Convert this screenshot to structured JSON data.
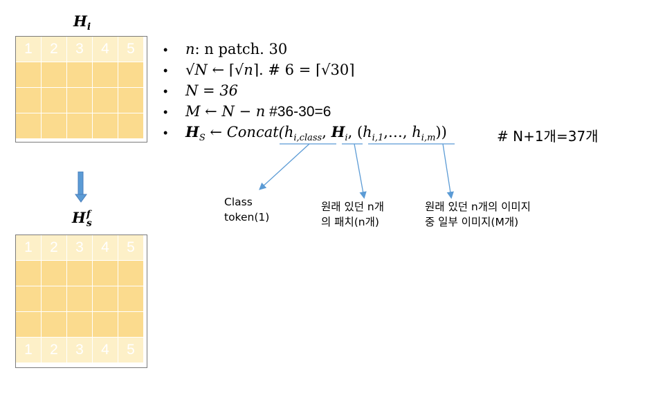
{
  "top_grid": {
    "label": {
      "base": "H",
      "sub": "i",
      "sup": ""
    },
    "header_numbers": [
      "1",
      "2",
      "3",
      "4",
      "5"
    ],
    "body_rows": 3
  },
  "bottom_grid": {
    "label": {
      "base": "H",
      "sub": "s",
      "sup": "f"
    },
    "header_numbers": [
      "1",
      "2",
      "3",
      "4",
      "5"
    ],
    "body_rows": 3,
    "footer_numbers": [
      "1",
      "2",
      "3",
      "4",
      "5"
    ]
  },
  "bullets": {
    "marker": "•",
    "b1": {
      "var": "n",
      "text": ": n patch. 30"
    },
    "b2": {
      "lhs": "√N",
      "arrow": " ← ",
      "ceil_open": "⌈",
      "ceil_inner": "√n",
      "ceil_close": "⌉",
      "comment": ". # 6 = ",
      "ceil2_inner": "√30"
    },
    "b3": {
      "text": "N = 36"
    },
    "b4": {
      "expr": "M ← N − n",
      "comment": "   #36-30=6"
    },
    "b5": {
      "lhs": "H",
      "lhs_sub": "S",
      "arrow": " ← ",
      "func": "Concat(",
      "t1": "h",
      "t1_sub": "i,class",
      "comma1": ", ",
      "t2": "H",
      "t2_sub": "i",
      "comma2": ", (",
      "t3": "h",
      "t3_sub": "i,1",
      "ellipsis": ",…, ",
      "t4": "h",
      "t4_sub": "i,m",
      "close": "))"
    }
  },
  "extra_note": "# N+1개=37개",
  "annotations": {
    "class_token": "Class\ntoken(1)",
    "patches": "원래 있던 n개\n의 패치(n개)",
    "images": "원래 있던 n개의 이미지\n중 일부 이미지(M개)"
  },
  "colors": {
    "cell_header": "#fdf0c8",
    "cell_body": "#fbdb8e",
    "arrow_blue": "#5b9bd5",
    "down_arrow": "#4a7ebb"
  },
  "icons": {
    "down_arrow": "down-arrow-icon"
  }
}
